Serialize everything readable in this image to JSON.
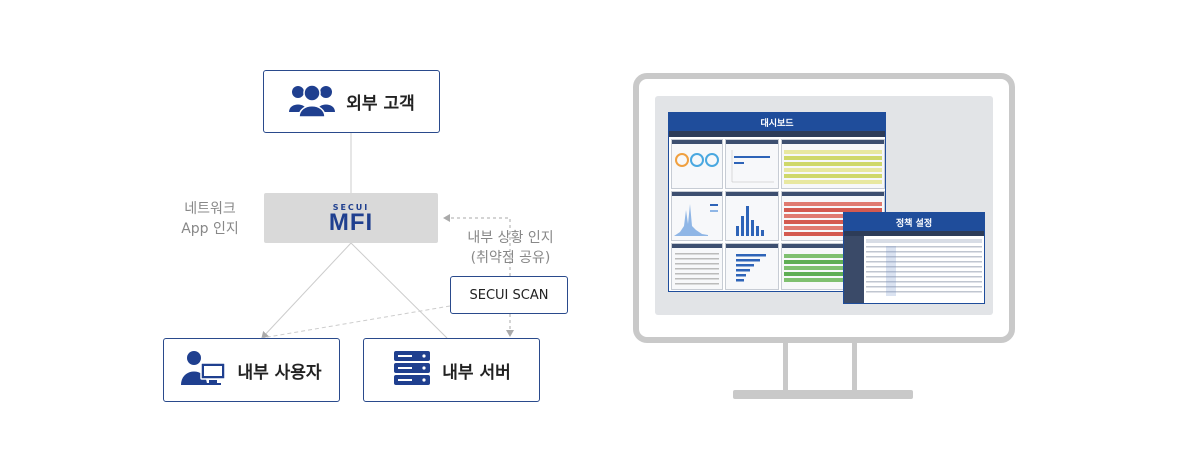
{
  "diagram": {
    "external_customer": "외부 고객",
    "mfi_small": "SECUI",
    "mfi_big": "MFI",
    "network_label_line1": "네트워크",
    "network_label_line2": "App 인지",
    "internal_status_line1": "내부 상황 인지",
    "internal_status_line2": "(취약점 공유)",
    "scan_label": "SECUI SCAN",
    "internal_user": "내부 사용자",
    "internal_server": "내부 서버"
  },
  "monitor": {
    "dashboard_title": "대시보드",
    "policy_title": "정책 설정"
  },
  "colors": {
    "brand_blue": "#1f4d9b",
    "border_blue": "#2a4a8c",
    "line_gray": "#cccccc",
    "monitor_gray": "#c9c9c9"
  },
  "icons": [
    "users-icon",
    "user-computer-icon",
    "server-icon"
  ]
}
